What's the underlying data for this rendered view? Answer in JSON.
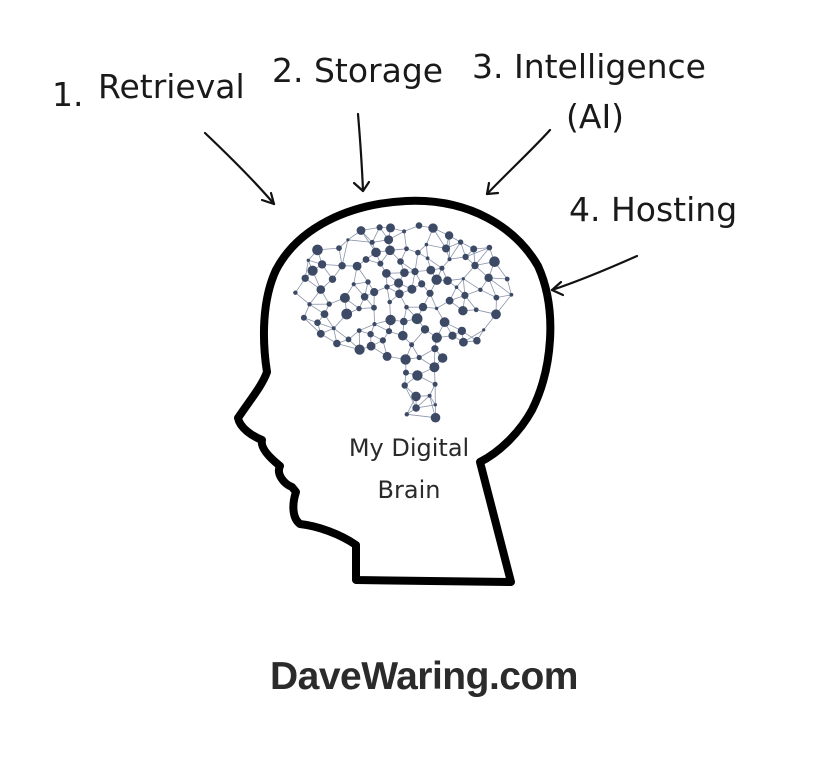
{
  "labels": {
    "retrieval_number": "1.",
    "retrieval_text": "Retrieval",
    "storage": "2. Storage",
    "intelligence_line1": "3. Intelligence",
    "intelligence_line2": "(AI)",
    "hosting": "4. Hosting"
  },
  "brain_caption": {
    "line1": "My Digital",
    "line2": "Brain"
  },
  "footer": "DaveWaring.com",
  "colors": {
    "outline": "#000000",
    "text": "#1a1a1a",
    "brain_nodes": "#3d4a66",
    "brain_lines": "#8a94aa",
    "footer": "#2b2b2b"
  },
  "icons": {
    "head": "head-silhouette-icon",
    "brain": "neural-network-brain-icon"
  }
}
